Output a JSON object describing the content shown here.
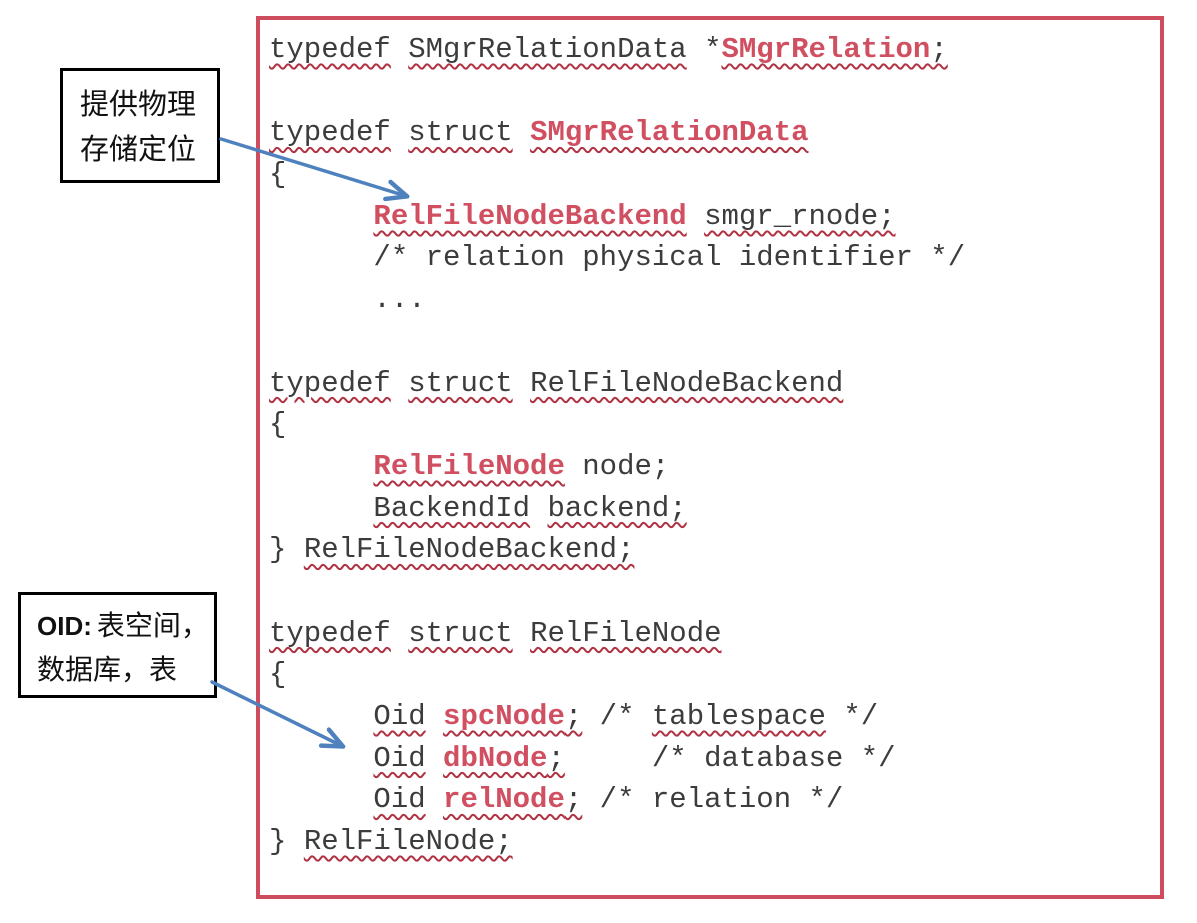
{
  "colors": {
    "box-red": "#CD4C5E",
    "bold-red": "#D04F61",
    "wavy-red": "#B03243",
    "code-text": "#3C3C3C",
    "arrow-blue": "#4E81BD",
    "anno-border": "#000000",
    "anno-text": "#111111"
  },
  "annotations": {
    "physical_storage": {
      "line1": "提供物理",
      "line2": "存储定位"
    },
    "oid": {
      "prefix": "OID:",
      "line1": "表空间，",
      "line2": "数据库，表"
    }
  },
  "code": {
    "lines": [
      {
        "tokens": [
          {
            "t": "typedef",
            "w": 1
          },
          {
            "t": " "
          },
          {
            "t": "SMgrRelationData",
            "w": 1
          },
          {
            "t": " *"
          },
          {
            "t": "SMgrRelation",
            "b": 1,
            "w": 1
          },
          {
            "t": ";",
            "w": 1
          }
        ]
      },
      {
        "tokens": []
      },
      {
        "tokens": [
          {
            "t": "typedef",
            "w": 1
          },
          {
            "t": " "
          },
          {
            "t": "struct",
            "w": 1
          },
          {
            "t": " "
          },
          {
            "t": "SMgrRelationData",
            "b": 1,
            "w": 1
          }
        ]
      },
      {
        "tokens": [
          {
            "t": "{"
          }
        ]
      },
      {
        "tokens": [
          {
            "t": "      "
          },
          {
            "t": "RelFileNodeBackend",
            "b": 1,
            "w": 1
          },
          {
            "t": " "
          },
          {
            "t": "smgr_rnode;",
            "w": 1
          }
        ]
      },
      {
        "tokens": [
          {
            "t": "      /* relation physical identifier */"
          }
        ]
      },
      {
        "tokens": [
          {
            "t": "      ..."
          }
        ]
      },
      {
        "tokens": []
      },
      {
        "tokens": [
          {
            "t": "typedef",
            "w": 1
          },
          {
            "t": " "
          },
          {
            "t": "struct",
            "w": 1
          },
          {
            "t": " "
          },
          {
            "t": "RelFileNodeBackend",
            "w": 1
          }
        ]
      },
      {
        "tokens": [
          {
            "t": "{"
          }
        ]
      },
      {
        "tokens": [
          {
            "t": "      "
          },
          {
            "t": "RelFileNode",
            "b": 1,
            "w": 1
          },
          {
            "t": " node;"
          }
        ]
      },
      {
        "tokens": [
          {
            "t": "      "
          },
          {
            "t": "BackendId",
            "w": 1
          },
          {
            "t": " "
          },
          {
            "t": "backend;",
            "w": 1
          }
        ]
      },
      {
        "tokens": [
          {
            "t": "} "
          },
          {
            "t": "RelFileNodeBackend;",
            "w": 1
          }
        ]
      },
      {
        "tokens": []
      },
      {
        "tokens": [
          {
            "t": "typedef",
            "w": 1
          },
          {
            "t": " "
          },
          {
            "t": "struct",
            "w": 1
          },
          {
            "t": " "
          },
          {
            "t": "RelFileNode",
            "w": 1
          }
        ]
      },
      {
        "tokens": [
          {
            "t": "{"
          }
        ]
      },
      {
        "tokens": [
          {
            "t": "      "
          },
          {
            "t": "Oid",
            "w": 1
          },
          {
            "t": " "
          },
          {
            "t": "spcNode",
            "b": 1,
            "w": 1
          },
          {
            "t": ";",
            "w": 1
          },
          {
            "t": " /* "
          },
          {
            "t": "tablespace",
            "w": 1
          },
          {
            "t": " */"
          }
        ]
      },
      {
        "tokens": [
          {
            "t": "      "
          },
          {
            "t": "Oid",
            "w": 1
          },
          {
            "t": " "
          },
          {
            "t": "dbNode",
            "b": 1,
            "w": 1
          },
          {
            "t": ";",
            "w": 1
          },
          {
            "t": "     /* database */"
          }
        ]
      },
      {
        "tokens": [
          {
            "t": "      "
          },
          {
            "t": "Oid",
            "w": 1
          },
          {
            "t": " "
          },
          {
            "t": "relNode",
            "b": 1,
            "w": 1
          },
          {
            "t": ";",
            "w": 1
          },
          {
            "t": " /* relation */"
          }
        ]
      },
      {
        "tokens": [
          {
            "t": "} "
          },
          {
            "t": "RelFileNode;",
            "w": 1
          }
        ]
      }
    ]
  }
}
